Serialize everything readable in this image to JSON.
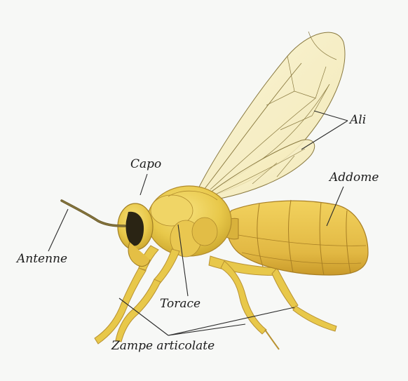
{
  "labels": {
    "capo": "Capo",
    "ali": "Ali",
    "addome": "Addome",
    "antenne": "Antenne",
    "torace": "Torace",
    "zampe": "Zampe articolate"
  },
  "colors": {
    "body": "#e8c84a",
    "body_shadow": "#c9a42c",
    "wing": "#f4ecbe",
    "wing_vein": "#8a7a40",
    "eye": "#2a2414",
    "leader_line": "#2b2b2b",
    "background": "#f7f8f6"
  }
}
